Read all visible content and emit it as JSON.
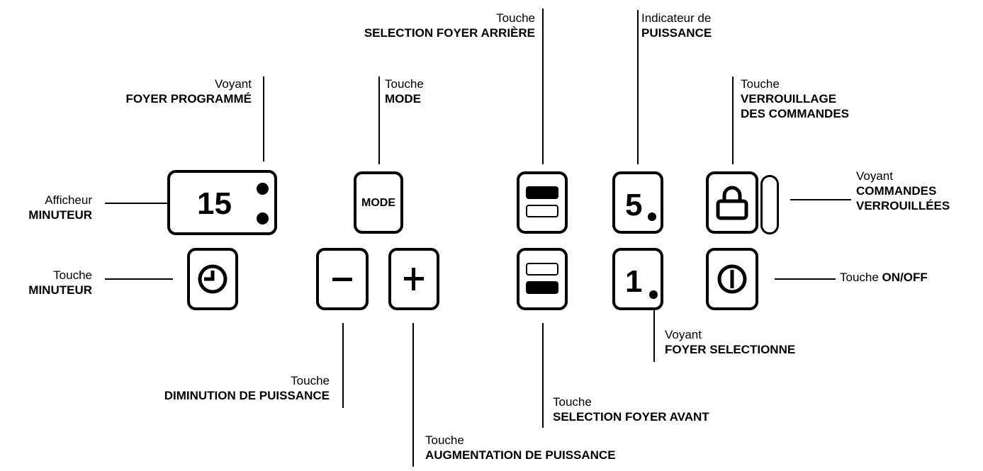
{
  "labels": {
    "foyer_programme": {
      "small": "Voyant",
      "big": "FOYER PROGRAMMÉ"
    },
    "mode": {
      "small": "Touche",
      "big": "MODE"
    },
    "foyer_arriere": {
      "small": "Touche",
      "big": "SELECTION FOYER ARRIÈRE"
    },
    "puissance": {
      "small": "Indicateur de",
      "big": "PUISSANCE"
    },
    "verrouillage": {
      "small": "Touche",
      "big1": "VERROUILLAGE",
      "big2": "DES COMMANDES"
    },
    "commandes_verrouillees": {
      "small": "Voyant",
      "big1": "COMMANDES",
      "big2": "VERROUILLÉES"
    },
    "afficheur": {
      "small": "Afficheur",
      "big": "MINUTEUR"
    },
    "minuteur": {
      "small": "Touche",
      "big": "MINUTEUR"
    },
    "onoff": {
      "small": "Touche ",
      "big": "ON/OFF"
    },
    "diminution": {
      "small": "Touche",
      "big": "DIMINUTION DE PUISSANCE"
    },
    "foyer_avant": {
      "small": "Touche",
      "big": "SELECTION FOYER AVANT"
    },
    "augmentation": {
      "small": "Touche",
      "big": "AUGMENTATION DE PUISSANCE"
    },
    "foyer_selectionne": {
      "small": "Voyant",
      "big": "FOYER SELECTIONNE"
    }
  },
  "panel": {
    "timer_value": "15",
    "mode_key": "MODE",
    "power_level": "5",
    "selected_level": "1"
  },
  "icons": [
    "clock-icon",
    "minus-icon",
    "plus-icon",
    "rear-zone-icon",
    "front-zone-icon",
    "lock-icon",
    "power-icon"
  ]
}
